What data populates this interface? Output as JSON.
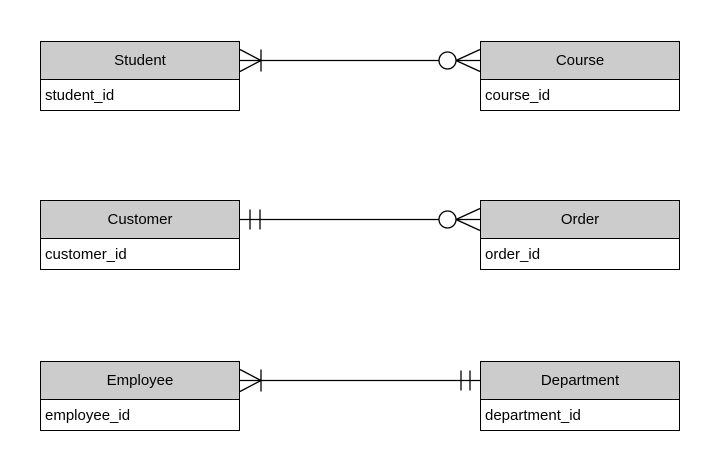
{
  "diagram": {
    "background_color": "#ffffff",
    "entity_header_fill": "#cccccc",
    "entity_body_fill": "#ffffff",
    "entity_border_color": "#000000",
    "line_color": "#000000",
    "notation": "crow's foot",
    "entities": [
      {
        "name": "Student",
        "attributes": [
          "student_id"
        ]
      },
      {
        "name": "Course",
        "attributes": [
          "course_id"
        ]
      },
      {
        "name": "Customer",
        "attributes": [
          "customer_id"
        ]
      },
      {
        "name": "Order",
        "attributes": [
          "order_id"
        ]
      },
      {
        "name": "Employee",
        "attributes": [
          "employee_id"
        ]
      },
      {
        "name": "Department",
        "attributes": [
          "department_id"
        ]
      }
    ],
    "relationships": [
      {
        "from": "Student",
        "to": "Course",
        "from_cardinality": "one-or-many",
        "to_cardinality": "zero-or-many"
      },
      {
        "from": "Customer",
        "to": "Order",
        "from_cardinality": "one-and-only-one",
        "to_cardinality": "zero-or-many"
      },
      {
        "from": "Employee",
        "to": "Department",
        "from_cardinality": "one-or-many",
        "to_cardinality": "one-and-only-one"
      }
    ]
  }
}
